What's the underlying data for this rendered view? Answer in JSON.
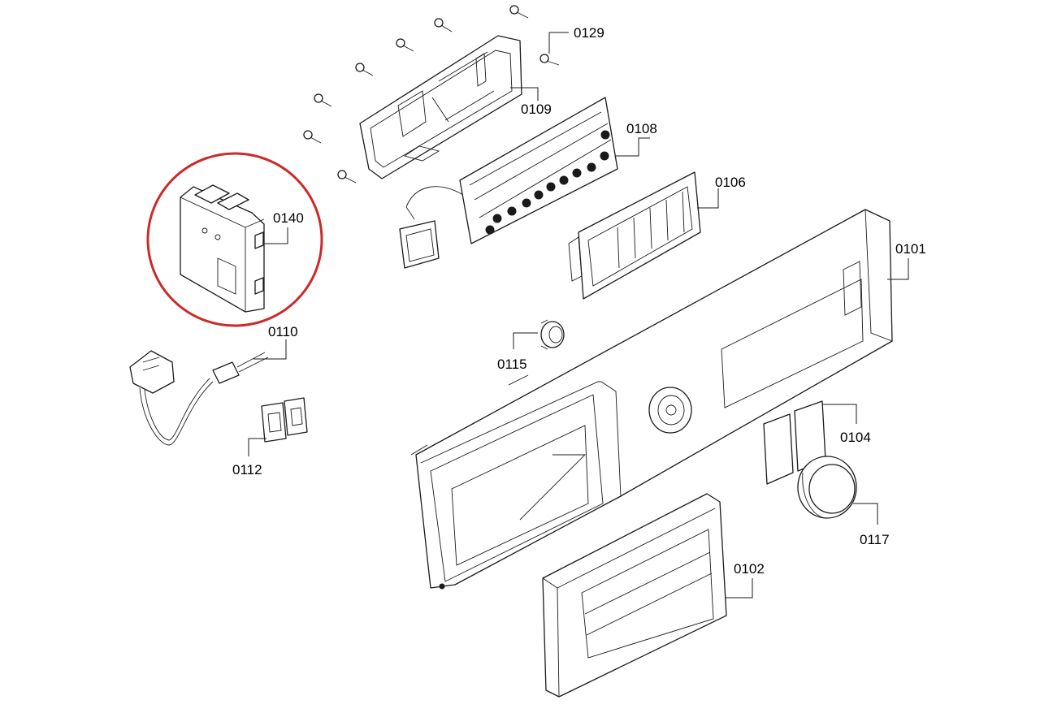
{
  "diagram": {
    "highlight_color": "#cc2a2a",
    "highlighted_part": "0140",
    "labels": {
      "p0129": "0129",
      "p0109": "0109",
      "p0108": "0108",
      "p0106": "0106",
      "p0140": "0140",
      "p0101": "0101",
      "p0110": "0110",
      "p0115": "0115",
      "p0104": "0104",
      "p0112": "0112",
      "p0117": "0117",
      "p0102": "0102"
    }
  }
}
